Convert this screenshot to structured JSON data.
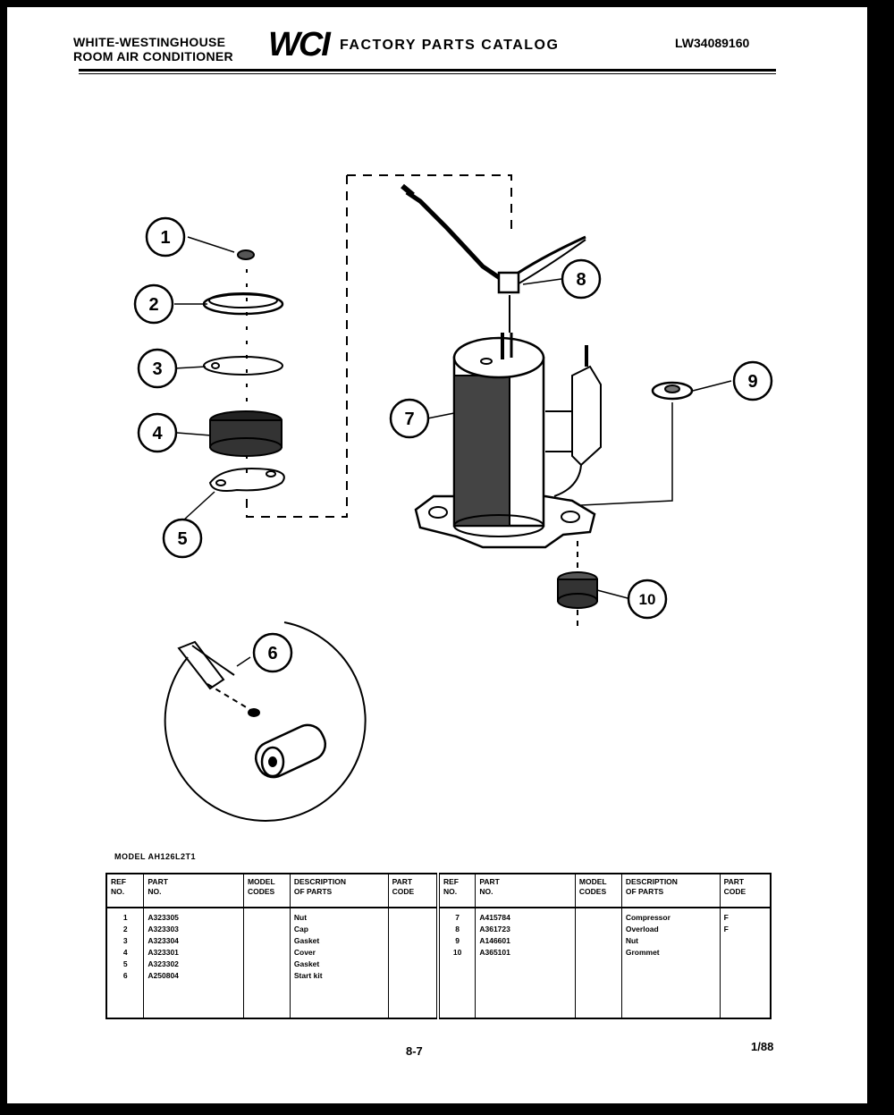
{
  "header": {
    "brand_line1": "WHITE-WESTINGHOUSE",
    "brand_line2": "ROOM AIR CONDITIONER",
    "logo": "WCI",
    "catalog_title": "FACTORY PARTS CATALOG",
    "document_number": "LW34089160"
  },
  "callouts": [
    "1",
    "2",
    "3",
    "4",
    "5",
    "6",
    "7",
    "8",
    "9",
    "10"
  ],
  "model_label": "MODEL AH126L2T1",
  "table": {
    "headers": [
      "REF\nNO.",
      "PART\nNO.",
      "MODEL\nCODES",
      "DESCRIPTION\nOF PARTS",
      "PART\nCODE",
      "REF\nNO.",
      "PART\nNO.",
      "MODEL\nCODES",
      "DESCRIPTION\nOF PARTS",
      "PART\nCODE"
    ],
    "left_rows": [
      {
        "ref": "1",
        "part": "A323305",
        "model": "",
        "desc": "Nut",
        "code": ""
      },
      {
        "ref": "2",
        "part": "A323303",
        "model": "",
        "desc": "Cap",
        "code": ""
      },
      {
        "ref": "3",
        "part": "A323304",
        "model": "",
        "desc": "Gasket",
        "code": ""
      },
      {
        "ref": "4",
        "part": "A323301",
        "model": "",
        "desc": "Cover",
        "code": ""
      },
      {
        "ref": "5",
        "part": "A323302",
        "model": "",
        "desc": "Gasket",
        "code": ""
      },
      {
        "ref": "6",
        "part": "A250804",
        "model": "",
        "desc": "Start kit",
        "code": ""
      }
    ],
    "right_rows": [
      {
        "ref": "7",
        "part": "A415784",
        "model": "",
        "desc": "Compressor",
        "code": "F"
      },
      {
        "ref": "8",
        "part": "A361723",
        "model": "",
        "desc": "Overload",
        "code": "F"
      },
      {
        "ref": "9",
        "part": "A146601",
        "model": "",
        "desc": "Nut",
        "code": ""
      },
      {
        "ref": "10",
        "part": "A365101",
        "model": "",
        "desc": "Grommet",
        "code": ""
      }
    ]
  },
  "footer": {
    "page": "8-7",
    "date": "1/88"
  }
}
